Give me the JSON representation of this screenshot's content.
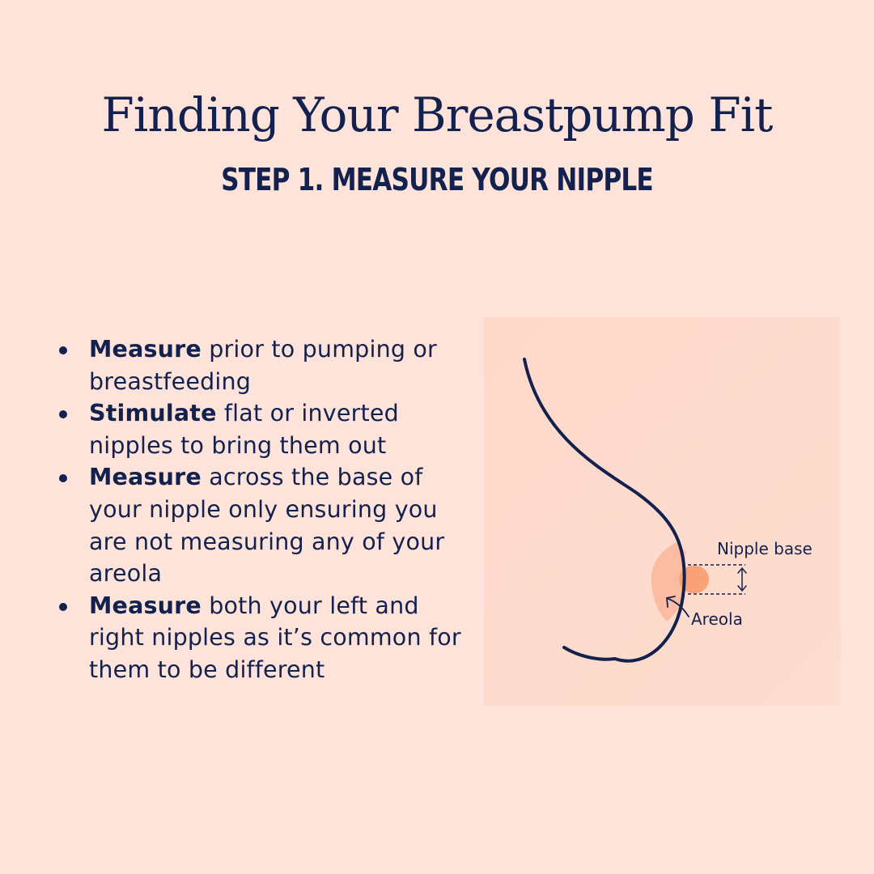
{
  "header": {
    "title": "Finding Your Breastpump Fit",
    "subtitle": "STEP 1. MEASURE YOUR NIPPLE"
  },
  "bullets": [
    {
      "bold": "Measure",
      "text": " prior to pumping or breastfeeding"
    },
    {
      "bold": "Stimulate",
      "text": " flat or inverted nipples to bring them out"
    },
    {
      "bold": "Measure",
      "text": " across the base of your nipple only ensuring you are not measuring any of your areola"
    },
    {
      "bold": "Measure",
      "text": " both your left and right nipples as it’s common for them to be different"
    }
  ],
  "diagram": {
    "nipple_base_label": "Nipple base",
    "areola_label": "Areola"
  },
  "colors": {
    "background": "#fde3d9",
    "panel": "#fddbcd",
    "navy": "#13214f",
    "areola": "#fbbca2",
    "nipple": "#f9a27a"
  }
}
